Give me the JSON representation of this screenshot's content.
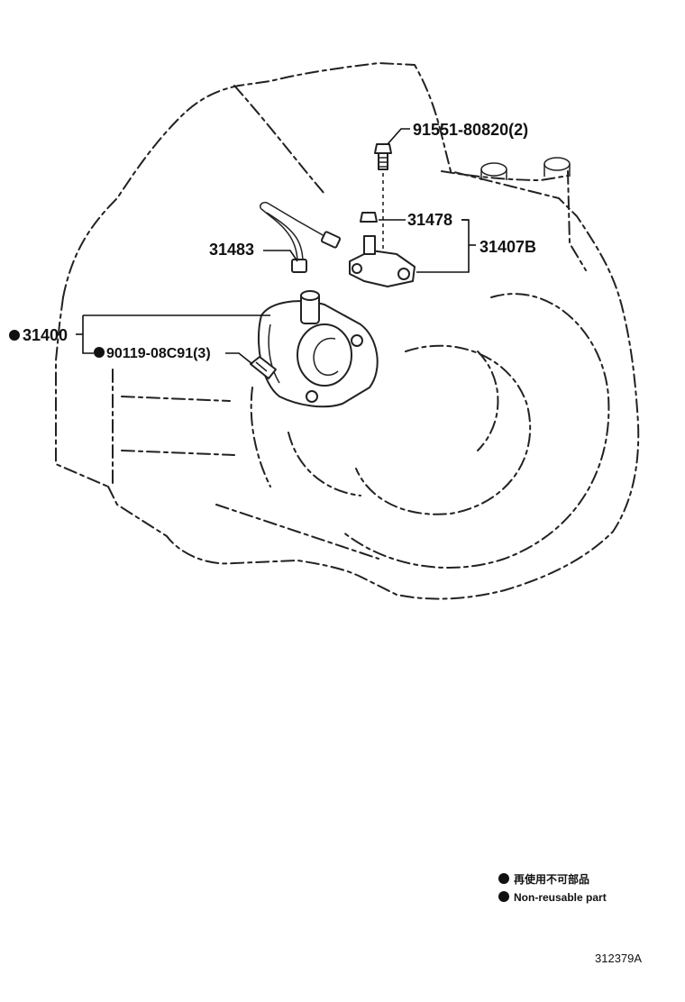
{
  "callouts": {
    "bolt_top": "91551-80820(2)",
    "plug": "31478",
    "bracket_assy": "31407B",
    "tube": "31483",
    "cylinder_assy": "31400",
    "bolt_cyl": "90119-08C91(3)"
  },
  "legend": {
    "ja": "再使用不可部品",
    "en": "Non-reusable part"
  },
  "diagram_code": "312379A"
}
